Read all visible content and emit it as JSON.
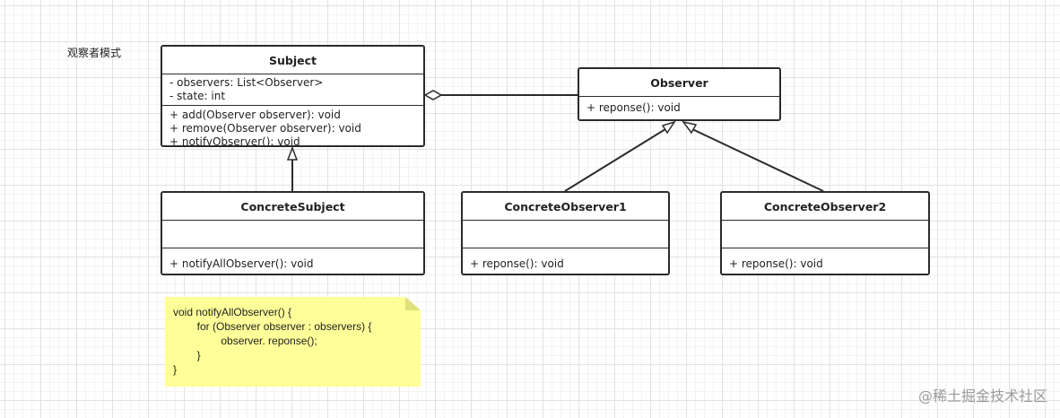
{
  "diagram": {
    "title": "观察者模式"
  },
  "classes": {
    "subject": {
      "name": "Subject",
      "attributes": [
        "- observers: List<Observer>",
        "- state: int"
      ],
      "operations": [
        "+ add(Observer observer): void",
        "+ remove(Observer observer): void",
        "+ notifyObserver(): void"
      ]
    },
    "observer": {
      "name": "Observer",
      "operations": [
        "+ reponse(): void"
      ]
    },
    "concrete_subject": {
      "name": "ConcreteSubject",
      "operations": [
        "+ notifyAllObserver(): void"
      ]
    },
    "concrete_observer1": {
      "name": "ConcreteObserver1",
      "operations": [
        "+ reponse(): void"
      ]
    },
    "concrete_observer2": {
      "name": "ConcreteObserver2",
      "operations": [
        "+ reponse(): void"
      ]
    }
  },
  "note": {
    "lines": [
      "void notifyAllObserver() {",
      "        for (Observer observer : observers) {",
      "                observer. reponse();",
      "        }",
      "}"
    ]
  },
  "watermark": "@稀土掘金技术社区",
  "colors": {
    "line": "#2b2b2b",
    "note_background": "#ffff99",
    "note_fold": "#e0e07a"
  }
}
